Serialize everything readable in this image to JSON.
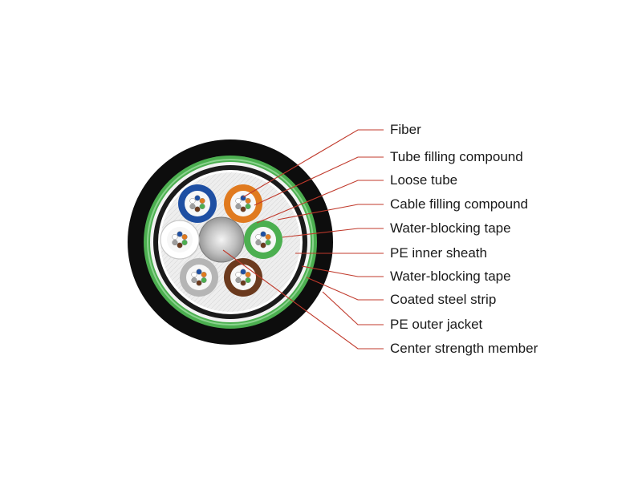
{
  "labels": [
    "Fiber",
    "Tube filling compound",
    "Loose tube",
    "Cable filling compound",
    "Water-blocking tape",
    "PE inner sheath",
    "Water-blocking tape",
    "Coated steel strip",
    "PE outer jacket",
    "Center strength member"
  ],
  "colors": {
    "outer_jacket": "#0d0d0d",
    "steel_strip": "#4caf50",
    "inner_sheath": "#1a1a1a",
    "filling": "#eeeeee",
    "leader_line": "#c0392b",
    "tube_blue": "#1e4fa3",
    "tube_orange": "#e07a1f",
    "tube_green": "#4caf50",
    "tube_brown": "#6b3a1e",
    "tube_grey": "#b5b5b5",
    "tube_white": "#ffffff"
  }
}
